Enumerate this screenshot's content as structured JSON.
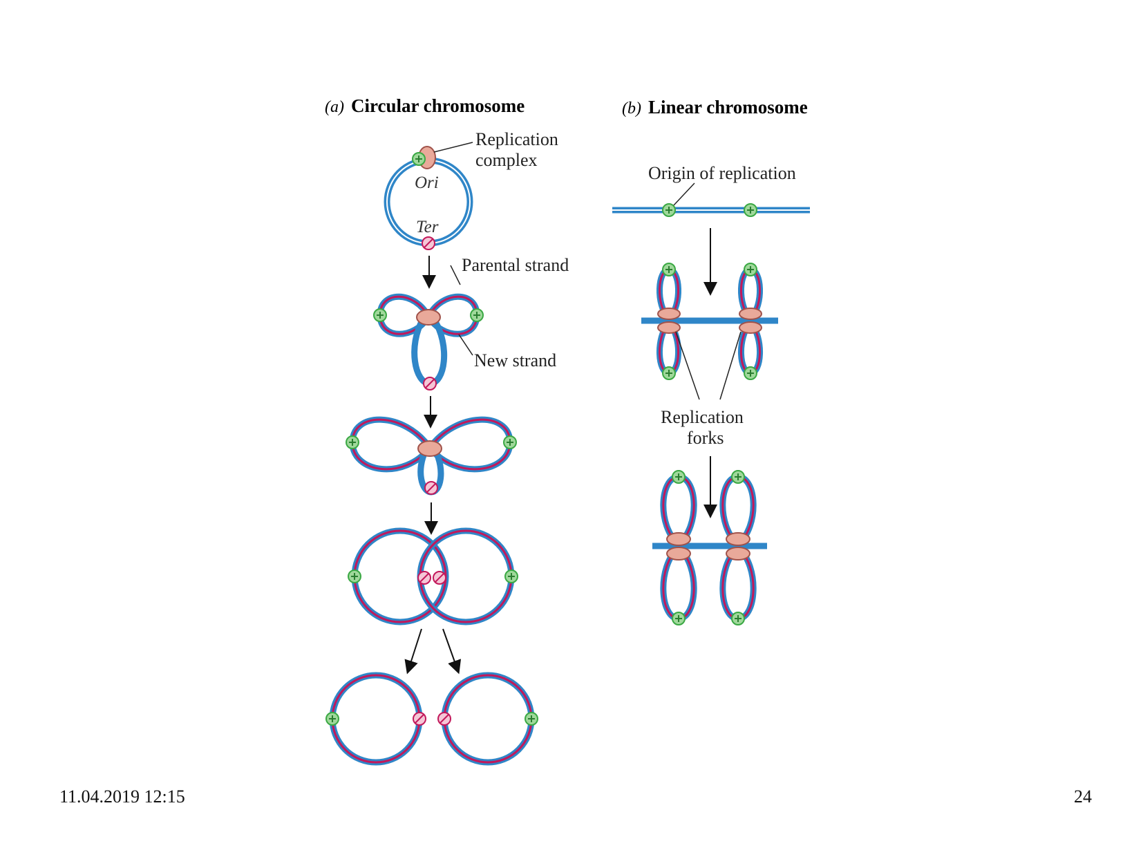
{
  "panel_a": {
    "letter": "(a)",
    "title": "Circular chromosome"
  },
  "panel_b": {
    "letter": "(b)",
    "title": "Linear chromosome"
  },
  "labels": {
    "replication_complex_1": "Replication",
    "replication_complex_2": "complex",
    "ori": "Ori",
    "ter": "Ter",
    "parental_strand": "Parental strand",
    "new_strand": "New strand",
    "origin_of_replication": "Origin of replication",
    "replication_forks_1": "Replication",
    "replication_forks_2": "forks"
  },
  "footer": {
    "date": "11.04.2019 12:15",
    "page": "24"
  },
  "colors": {
    "parental": "#2f86c8",
    "new_strand": "#c2185b",
    "origin": "#3aa843",
    "complex": "#e9a99a",
    "terminus": "#c2185b"
  }
}
